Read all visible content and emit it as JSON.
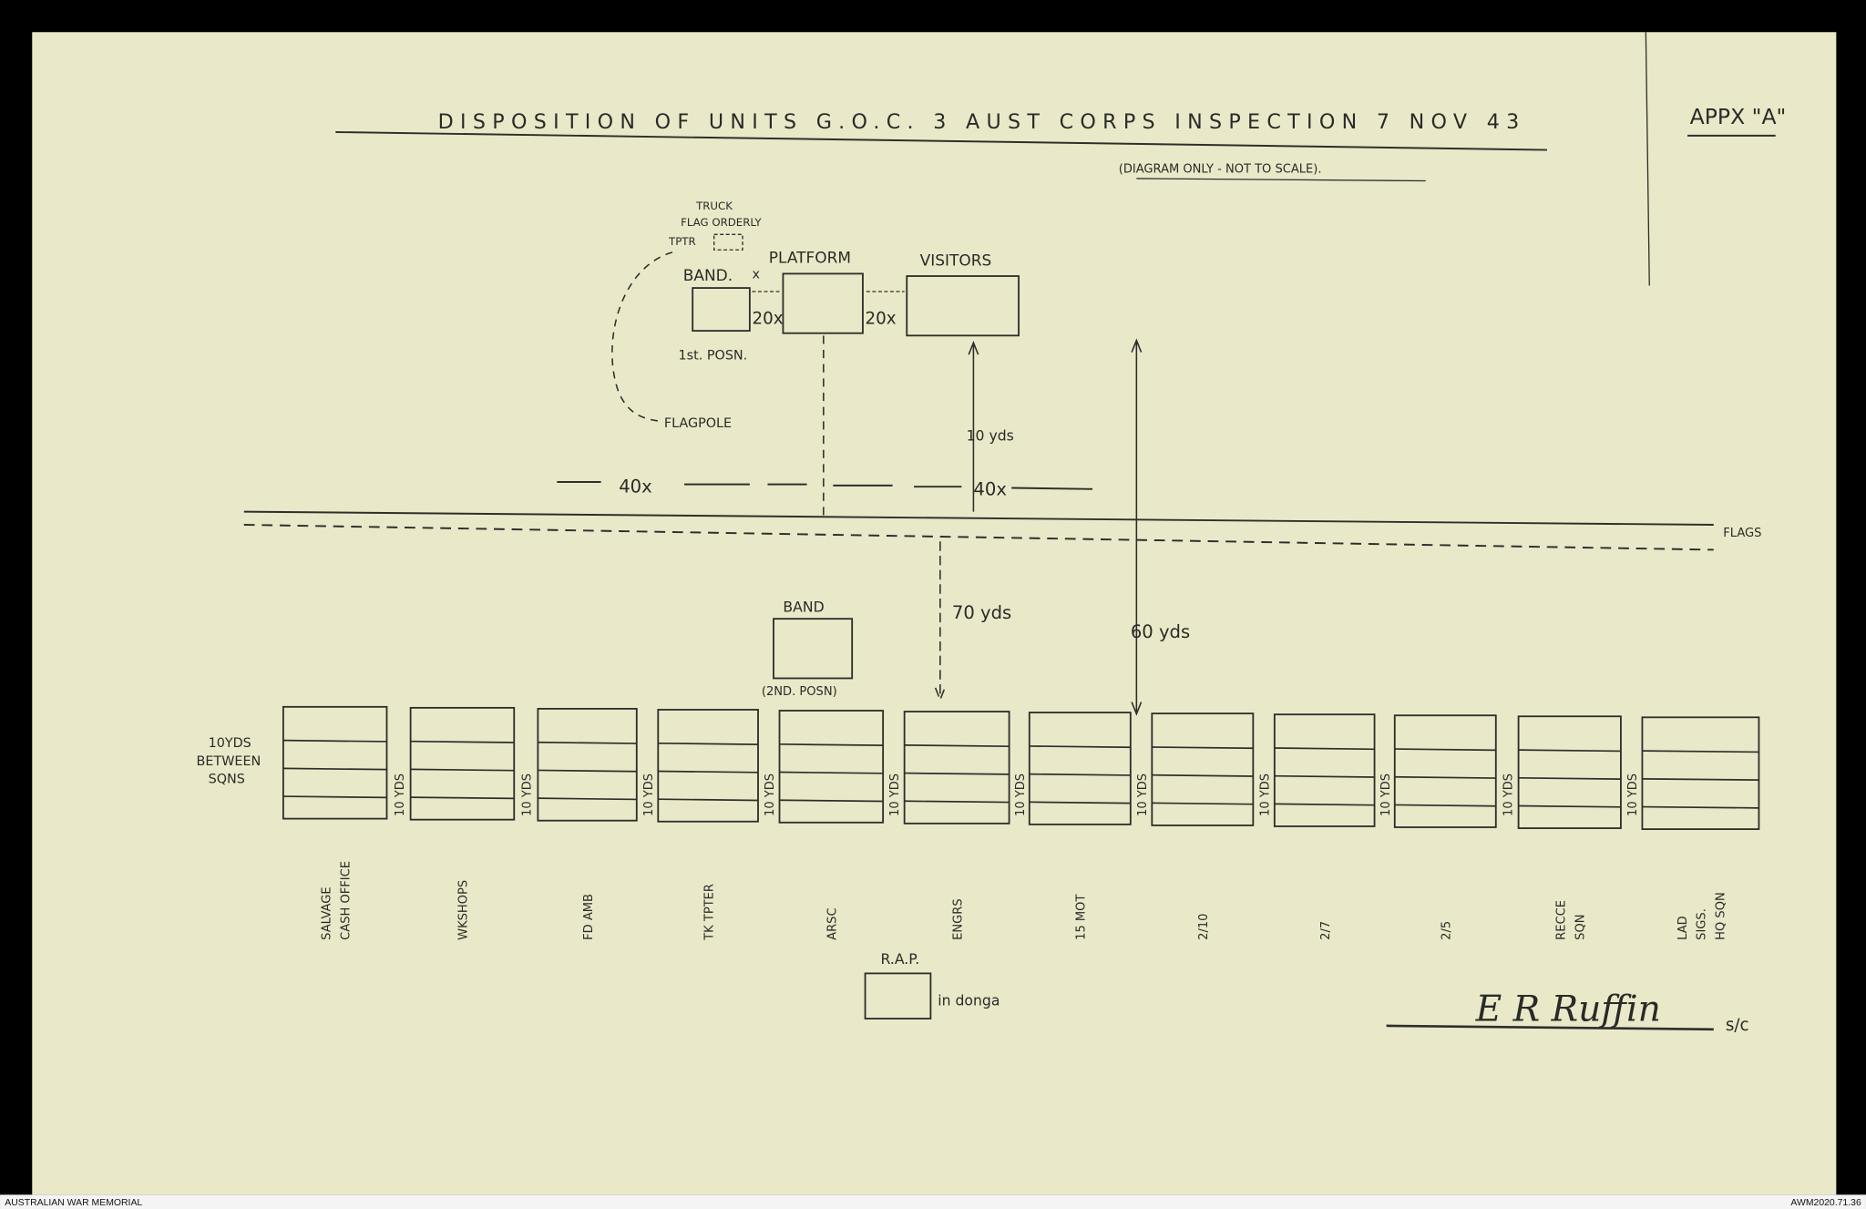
{
  "document": {
    "title": "DISPOSITION OF UNITS G.O.C. 3 AUST CORPS INSPECTION 7 NOV 43",
    "subtitle": "(DIAGRAM ONLY - NOT TO SCALE).",
    "appendix": "APPX \"A\"",
    "colors": {
      "paper": "#e9e9c9",
      "ink": "#2e2e2c",
      "background": "#000000"
    }
  },
  "upper": {
    "truck": "TRUCK",
    "flag_orderly": "FLAG ORDERLY",
    "tptr": "TPTR",
    "band": "BAND.",
    "x_mark": "x",
    "first_posn": "1st. POSN.",
    "platform": "PLATFORM",
    "visitors": "VISITORS",
    "gap_left": "20x",
    "gap_right": "20x",
    "flagpole": "FLAGPOLE",
    "ten_yds": "10 yds",
    "forty_left": "40x",
    "forty_right": "40x",
    "flags": "FLAGS"
  },
  "lower": {
    "seventy_yds": "70 yds",
    "sixty_yds": "60 yds",
    "band": "BAND",
    "second_posn": "(2ND. POSN)",
    "between_sqns": [
      "10YDS",
      "BETWEEN",
      "SQNS"
    ],
    "gap_label": "10 YDS",
    "units": [
      [
        "SALVAGE",
        "CASH OFFICE"
      ],
      [
        "WKSHOPS"
      ],
      [
        "FD AMB"
      ],
      [
        "TK TPTER"
      ],
      [
        "ARSC"
      ],
      [
        "ENGRS"
      ],
      [
        "15 MOT"
      ],
      [
        "2/10"
      ],
      [
        "2/7"
      ],
      [
        "2/5"
      ],
      [
        "RECCE",
        "SQN"
      ],
      [
        "LAD",
        "SIGS.",
        "HQ SQN"
      ]
    ],
    "rap": "R.A.P.",
    "in_donga": "in donga"
  },
  "signature": {
    "name": "E R Ruffin",
    "suffix": "s/c"
  },
  "footer": {
    "left": "AUSTRALIAN WAR MEMORIAL",
    "right": "AWM2020.71.36"
  }
}
